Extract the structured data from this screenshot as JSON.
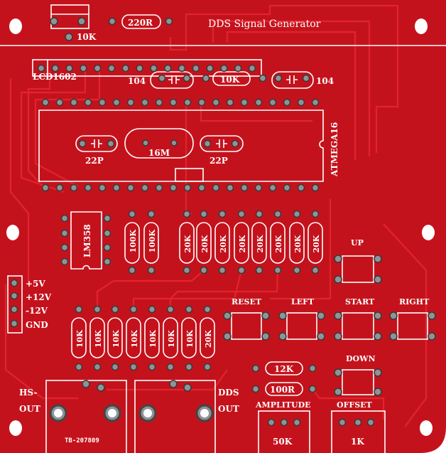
{
  "board": {
    "title": "DDS Signal Generator",
    "colors": {
      "board": "#c4121c",
      "silk": "#ffffff",
      "pad": "#8f9396",
      "trace": "#e2232d"
    },
    "top": {
      "pot_label": "10K",
      "resistor_220": "220R",
      "lcd_label": "LCD1602",
      "cap_left": "104",
      "resistor_10k": "10K",
      "cap_right": "104",
      "ic_label": "ATMEGA16",
      "cap_22p_left": "22P",
      "crystal": "16M",
      "cap_22p_right": "22P"
    },
    "opamp": "LM358",
    "resistors_100k": [
      "100K",
      "100K"
    ],
    "resistors_20k": [
      "20K",
      "20K",
      "20K",
      "20K",
      "20K",
      "20K",
      "20K",
      "20K"
    ],
    "resistors_ladder": [
      "10K",
      "10K",
      "10K",
      "10K",
      "10K",
      "10K",
      "10K",
      "20K"
    ],
    "power": [
      "+5V",
      "+12V",
      "-12V",
      "GND"
    ],
    "buttons": {
      "up": "UP",
      "reset": "RESET",
      "left": "LEFT",
      "start": "START",
      "right": "RIGHT",
      "down": "DOWN"
    },
    "bottom": {
      "r12k": "12K",
      "r100r": "100R",
      "amplitude": "AMPLITUDE",
      "amp_pot": "50K",
      "offset": "OFFSET",
      "offset_pot": "1K",
      "hs_out_1": "HS-",
      "hs_out_2": "OUT",
      "dds_out_1": "DDS",
      "dds_out_2": "OUT",
      "jack_code": "TB-207809"
    }
  }
}
